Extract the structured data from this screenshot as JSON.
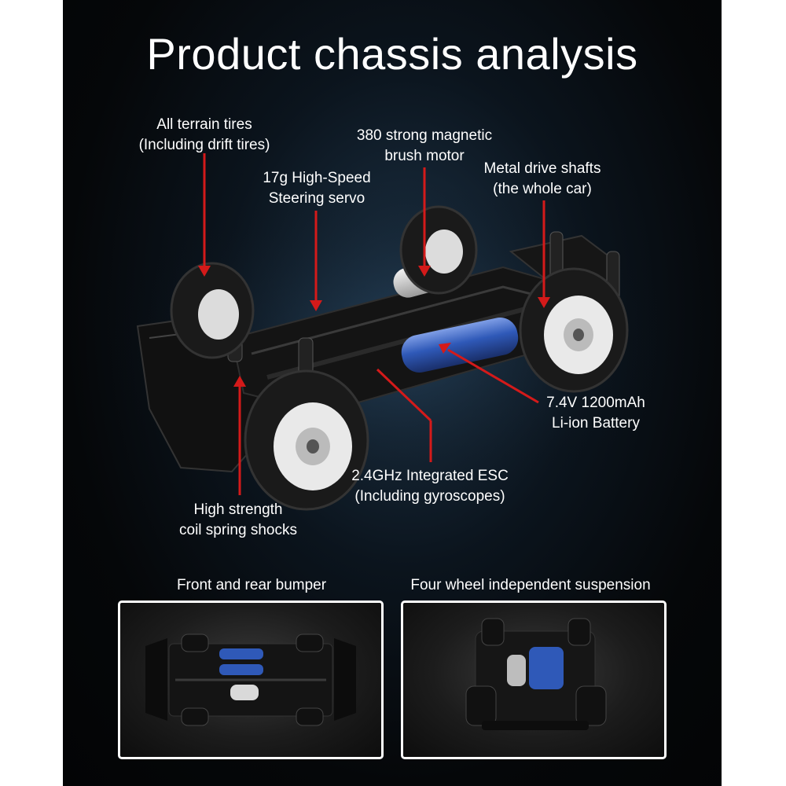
{
  "title": "Product chassis analysis",
  "callouts": {
    "tires": [
      "All terrain tires",
      "(Including drift tires)"
    ],
    "motor": [
      "380 strong magnetic",
      "brush motor"
    ],
    "servo": [
      "17g High-Speed",
      "Steering servo"
    ],
    "shafts": [
      "Metal drive shafts",
      "(the whole car)"
    ],
    "battery": [
      "7.4V 1200mAh",
      "Li-ion Battery"
    ],
    "esc": [
      "2.4GHz Integrated ESC",
      "(Including gyroscopes)"
    ],
    "shocks": [
      "High strength",
      "coil spring shocks"
    ]
  },
  "panels": {
    "left_title": "Front and rear bumper",
    "right_title": "Four wheel independent suspension"
  },
  "colors": {
    "pointer": "#d41a1a",
    "battery": "#2f59b8",
    "tire": "#1a1a1a",
    "rim": "#e9e9e9"
  }
}
